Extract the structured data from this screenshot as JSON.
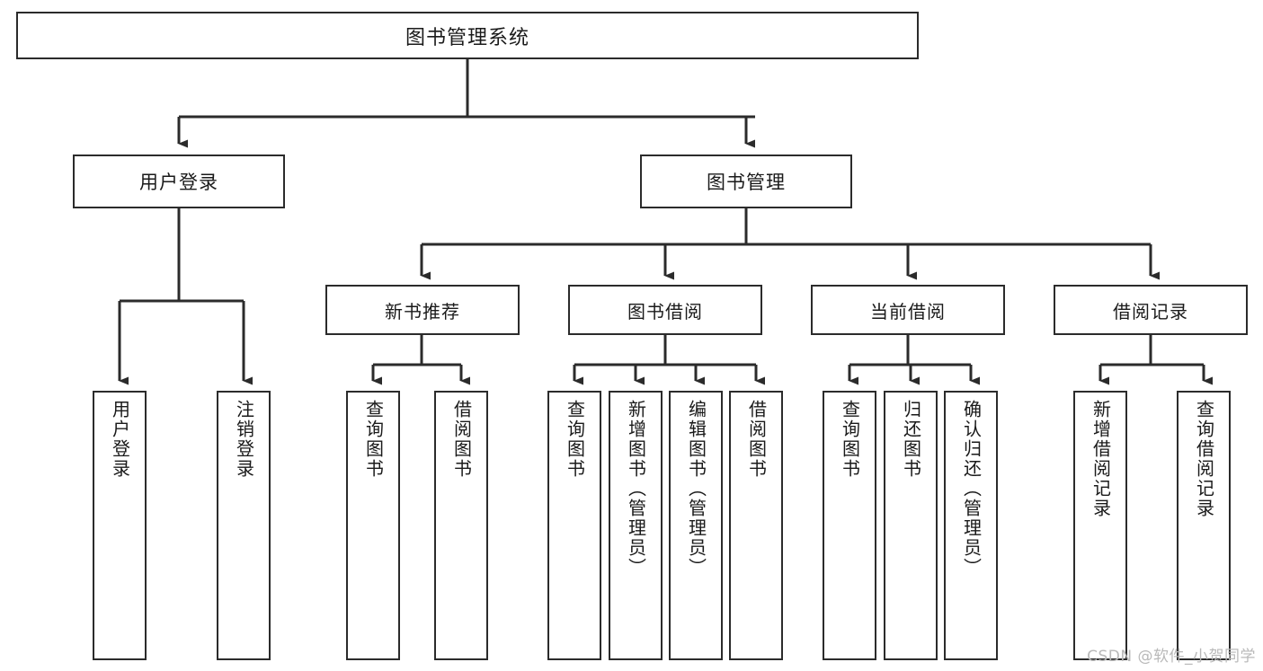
{
  "diagram": {
    "title": "图书管理系统",
    "type": "tree",
    "watermark": "CSDN @软件_小贺同学",
    "colors": {
      "border": "#2b2b2b",
      "background": "#ffffff",
      "connector": "#2b2b2b",
      "text": "#1a1a1a",
      "watermark": "#b9b9b9"
    },
    "nodes": {
      "root": {
        "label": "图书管理系统"
      },
      "level2": [
        {
          "id": "user-login",
          "label": "用户登录"
        },
        {
          "id": "book-manage",
          "label": "图书管理"
        }
      ],
      "level3": [
        {
          "id": "new-book-recommend",
          "label": "新书推荐"
        },
        {
          "id": "book-borrow",
          "label": "图书借阅"
        },
        {
          "id": "current-borrow",
          "label": "当前借阅"
        },
        {
          "id": "borrow-record",
          "label": "借阅记录"
        }
      ],
      "leaves": {
        "user-login": [
          {
            "id": "leaf-user-login",
            "label": "用户登录"
          },
          {
            "id": "leaf-logout",
            "label": "注销登录"
          }
        ],
        "new-book-recommend": [
          {
            "id": "leaf-query-book-1",
            "label": "查询图书"
          },
          {
            "id": "leaf-borrow-book-1",
            "label": "借阅图书"
          }
        ],
        "book-borrow": [
          {
            "id": "leaf-query-book-2",
            "label": "查询图书"
          },
          {
            "id": "leaf-add-book",
            "label": "新增图书（管理员）"
          },
          {
            "id": "leaf-edit-book",
            "label": "编辑图书（管理员）"
          },
          {
            "id": "leaf-borrow-book-2",
            "label": "借阅图书"
          }
        ],
        "current-borrow": [
          {
            "id": "leaf-query-book-3",
            "label": "查询图书"
          },
          {
            "id": "leaf-return-book",
            "label": "归还图书"
          },
          {
            "id": "leaf-confirm-return",
            "label": "确认归还（管理员）"
          }
        ],
        "borrow-record": [
          {
            "id": "leaf-add-record",
            "label": "新增借阅记录"
          },
          {
            "id": "leaf-query-record",
            "label": "查询借阅记录"
          }
        ]
      }
    }
  }
}
